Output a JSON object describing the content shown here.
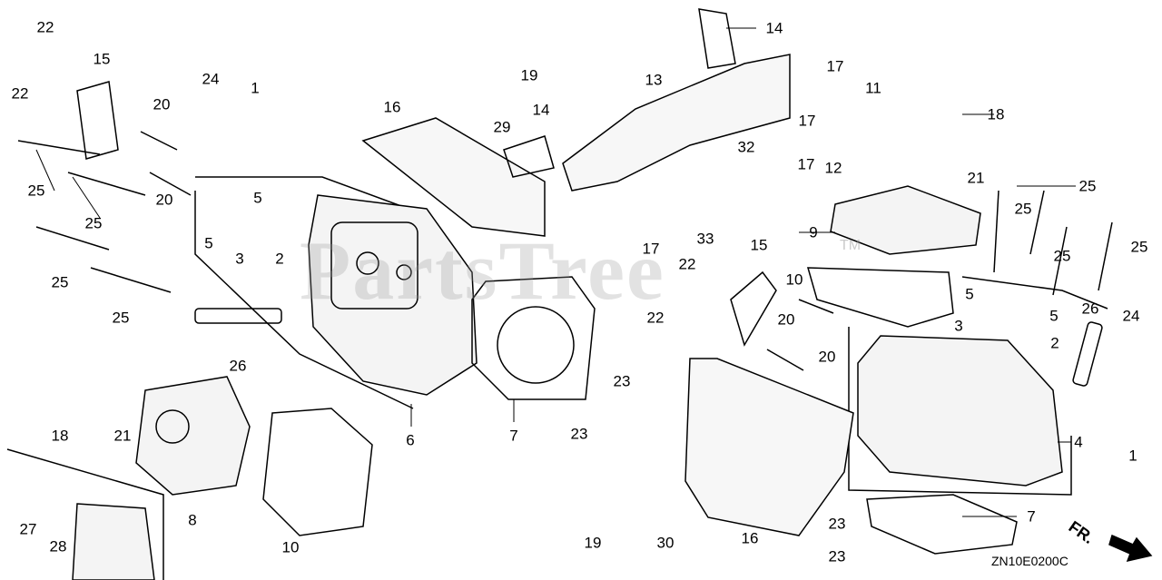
{
  "watermark": "PartsTree",
  "trademark": "TM",
  "diagram_code": "ZN10E0200C",
  "front_marker": "FR.",
  "callouts": [
    "22",
    "22",
    "15",
    "24",
    "1",
    "20",
    "16",
    "19",
    "29",
    "14",
    "14",
    "13",
    "17",
    "11",
    "18",
    "17",
    "32",
    "12",
    "21",
    "17",
    "25",
    "20",
    "25",
    "5",
    "5",
    "3",
    "2",
    "17",
    "33",
    "9",
    "25",
    "25",
    "25",
    "25",
    "15",
    "22",
    "10",
    "25",
    "25",
    "26",
    "22",
    "20",
    "20",
    "5",
    "3",
    "5",
    "2",
    "26",
    "24",
    "18",
    "21",
    "6",
    "7",
    "23",
    "23",
    "4",
    "1",
    "8",
    "10",
    "27",
    "28",
    "19",
    "30",
    "16",
    "23",
    "7",
    "23"
  ]
}
